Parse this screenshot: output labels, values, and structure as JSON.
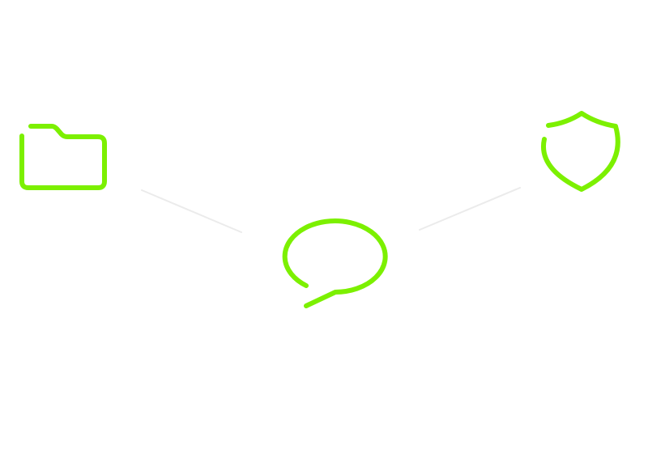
{
  "colors": {
    "background": "#ffffff",
    "icon": "#7cf000",
    "connector": "#ebebeb"
  },
  "nodes": [
    {
      "id": "folder",
      "icon": "folder-icon"
    },
    {
      "id": "chat",
      "icon": "speech-bubble-icon"
    },
    {
      "id": "shield",
      "icon": "shield-icon"
    }
  ],
  "edges": [
    {
      "from": "folder",
      "to": "chat"
    },
    {
      "from": "chat",
      "to": "shield"
    }
  ]
}
